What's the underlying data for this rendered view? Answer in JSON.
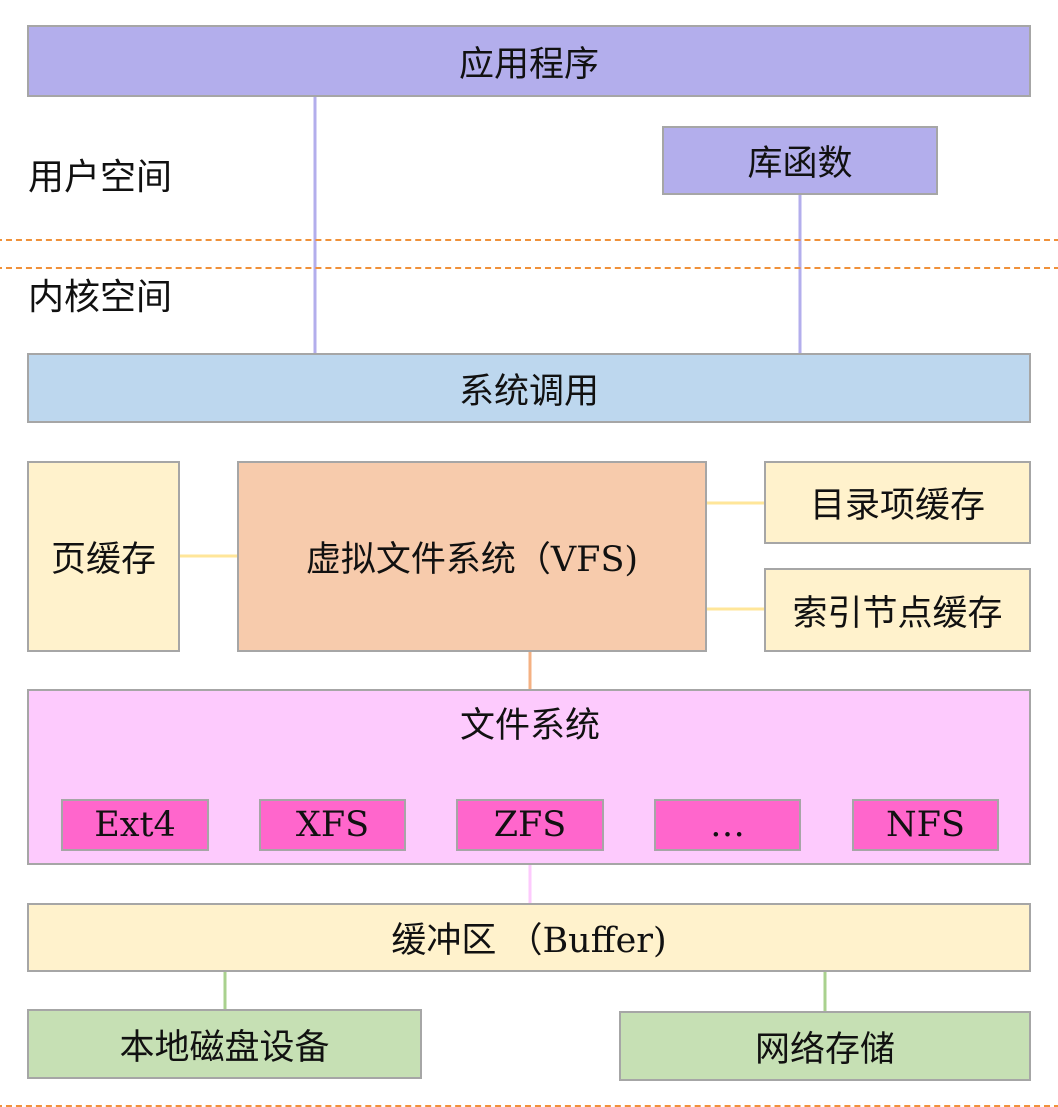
{
  "regions": {
    "user_space_label": "用户空间",
    "kernel_space_label": "内核空间"
  },
  "boxes": {
    "application": "应用程序",
    "library": "库函数",
    "syscall": "系统调用",
    "page_cache": "页缓存",
    "vfs": "虚拟文件系统（VFS)",
    "dentry_cache": "目录项缓存",
    "inode_cache": "索引节点缓存",
    "filesystem": "文件系统",
    "buffer": "缓冲区 （Buffer)",
    "local_disk": "本地磁盘设备",
    "network_storage": "网络存储"
  },
  "filesystems": [
    "Ext4",
    "XFS",
    "ZFS",
    "…",
    "NFS"
  ],
  "colors": {
    "region_border": "#f0913a",
    "user_box": "#b3aeec",
    "syscall_box": "#bdd7ee",
    "cache_box": "#fff2cc",
    "vfs_box": "#f7cbac",
    "filesystem_box": "#fdcafd",
    "fs_type_box": "#ff66cc",
    "device_box": "#c6e0b4"
  }
}
